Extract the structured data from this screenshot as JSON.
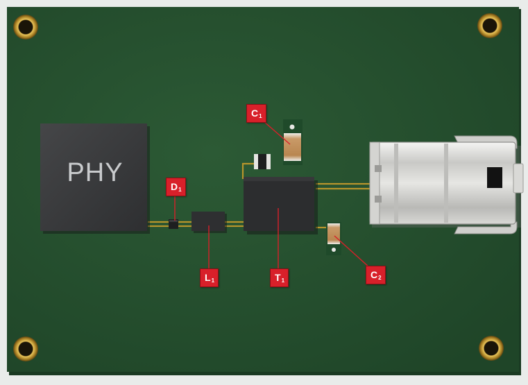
{
  "board": {
    "chip_text": "PHY"
  },
  "callouts": {
    "d1": {
      "letter": "D",
      "index": "1"
    },
    "l1": {
      "letter": "L",
      "index": "1"
    },
    "t1": {
      "letter": "T",
      "index": "1"
    },
    "c1": {
      "letter": "C",
      "index": "1"
    },
    "c2": {
      "letter": "C",
      "index": "2"
    }
  },
  "colors": {
    "pcb": "#26512f",
    "trace": "#b8952c",
    "callout": "#d8202a",
    "chip": "#3a3b3d"
  },
  "icons": {
    "mounting_hole": "gold-ring-hole",
    "connector": "rj45-jack"
  }
}
